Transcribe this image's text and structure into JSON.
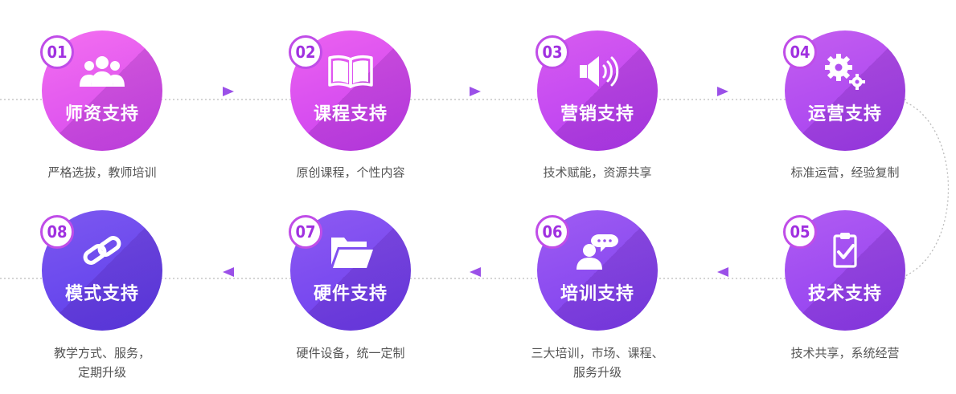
{
  "steps": [
    {
      "number": "01",
      "title": "师资支持",
      "desc": [
        "严格选拔，教师培训"
      ],
      "icon": "users-icon",
      "color_top": "#f46ff0",
      "color_bottom": "#d347ee"
    },
    {
      "number": "02",
      "title": "课程支持",
      "desc": [
        "原创课程，个性内容"
      ],
      "icon": "book-icon",
      "color_top": "#ec62f0",
      "color_bottom": "#c83ff0"
    },
    {
      "number": "03",
      "title": "营销支持",
      "desc": [
        "技术赋能，资源共享"
      ],
      "icon": "speaker-icon",
      "color_top": "#d75cf0",
      "color_bottom": "#b63cf2"
    },
    {
      "number": "04",
      "title": "运营支持",
      "desc": [
        "标准运营，经验复制"
      ],
      "icon": "gears-icon",
      "color_top": "#c45ef0",
      "color_bottom": "#a23ff0"
    },
    {
      "number": "05",
      "title": "技术支持",
      "desc": [
        "技术共享，系统经营"
      ],
      "icon": "clipboard-check-icon",
      "color_top": "#b15cf2",
      "color_bottom": "#8e3ef0"
    },
    {
      "number": "06",
      "title": "培训支持",
      "desc": [
        "三大培训，市场、课程、",
        "服务升级"
      ],
      "icon": "speaking-person-icon",
      "color_top": "#9f5cf2",
      "color_bottom": "#7c3fef"
    },
    {
      "number": "07",
      "title": "硬件支持",
      "desc": [
        "硬件设备，统一定制"
      ],
      "icon": "folder-icon",
      "color_top": "#8e5af2",
      "color_bottom": "#6a3eee"
    },
    {
      "number": "08",
      "title": "模式支持",
      "desc": [
        "教学方式、服务，",
        "定期升级"
      ],
      "icon": "link-icon",
      "color_top": "#7d58f0",
      "color_bottom": "#5b3deb"
    }
  ],
  "colors": {
    "connector": "#bbbbbb",
    "arrow": "#9b50e8",
    "badge_border": "#c04de8",
    "badge_text": "#a030e0",
    "desc_text": "#555555"
  }
}
